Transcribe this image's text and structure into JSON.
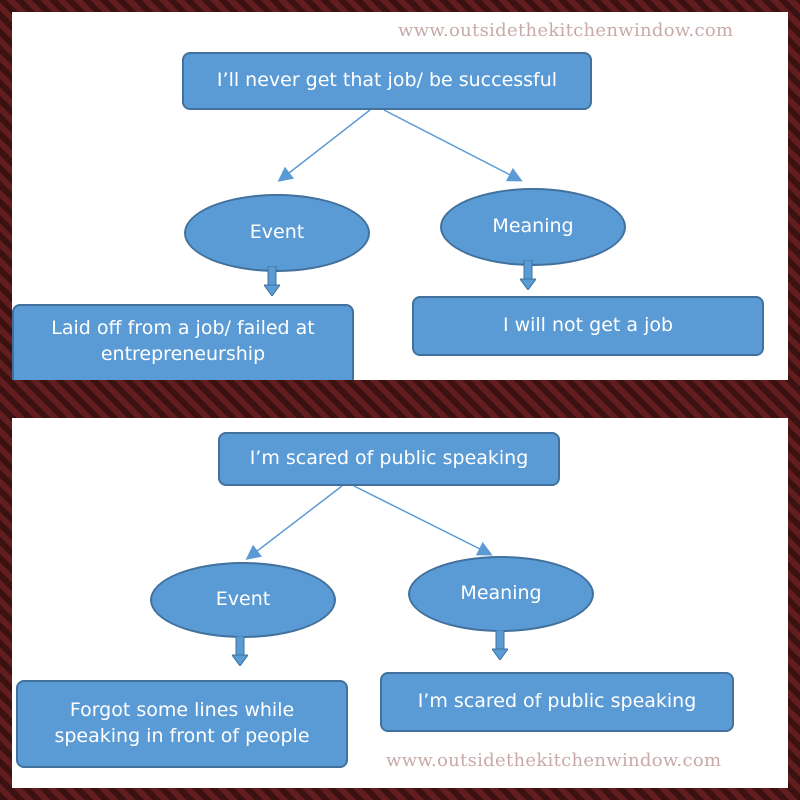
{
  "watermark": "www.outsidethekitchenwindow.com",
  "colors": {
    "node_fill": "#5b9bd5",
    "node_border": "#41719c",
    "background": "#5b1a1a"
  },
  "diagrams": [
    {
      "belief": "I’ll never get that job/ be successful",
      "event_label": "Event",
      "meaning_label": "Meaning",
      "event_text": "Laid off from a job/ failed at entrepreneurship",
      "meaning_text": "I will not get a job"
    },
    {
      "belief": "I’m scared of public speaking",
      "event_label": "Event",
      "meaning_label": "Meaning",
      "event_text": "Forgot some lines while speaking in front of people",
      "meaning_text": "I’m scared of public speaking"
    }
  ]
}
